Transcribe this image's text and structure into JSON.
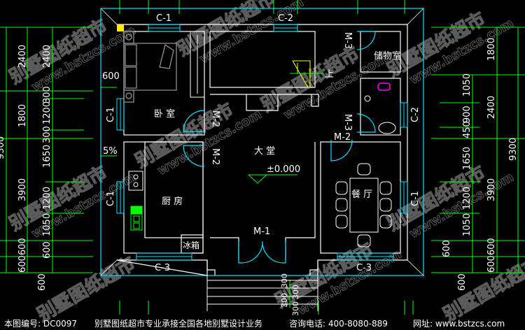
{
  "colors": {
    "wall": "#ffffff",
    "window": "#00e5ff",
    "dimension": "#00ff00",
    "stair": "#ffff00",
    "fixture": "#ff00ff",
    "furniture": "#9a9a9a",
    "watermark": "#7a7a7a"
  },
  "watermark": {
    "line1": "别墅图纸超市",
    "line2": "www.bstzcs.com"
  },
  "rooms": {
    "bedroom": "卧 室",
    "kitchen": "厨 房",
    "hall": "大 堂",
    "dining": "餐 厅",
    "storage": "储物室",
    "fridge": "冰箱",
    "up": "上"
  },
  "level": "±0.000",
  "slope": "5%",
  "windows": {
    "c1": "C-1",
    "c2": "C-2",
    "c3": "C-3"
  },
  "doors": {
    "m1": "M-1",
    "m2": "M-2",
    "m3": "M-3"
  },
  "dims_left": {
    "outer": "9300",
    "mid": [
      "2400",
      "1800",
      "3900",
      "600600"
    ],
    "inner": [
      "2400",
      "300",
      "1200",
      "300",
      "1650",
      "1200",
      "1050",
      "600"
    ],
    "eave": "600",
    "bottom": "600"
  },
  "dims_right": {
    "outer": "9300",
    "mid": [
      "1800",
      "2400",
      "3900",
      "600600"
    ],
    "inner": [
      "1050",
      "900",
      "450",
      "1650",
      "1200",
      "1050",
      "600"
    ],
    "bottom": "600"
  },
  "dims_steps": [
    "300",
    "300",
    "300",
    "300"
  ],
  "footer": {
    "drawing_no": "本图编号: DC0097",
    "slogan": "别墅图纸超市专业承接全国各地别墅设计业务",
    "phone": "咨询电话: 400-8080-889",
    "website": "网址: www.bstzcs.com"
  }
}
